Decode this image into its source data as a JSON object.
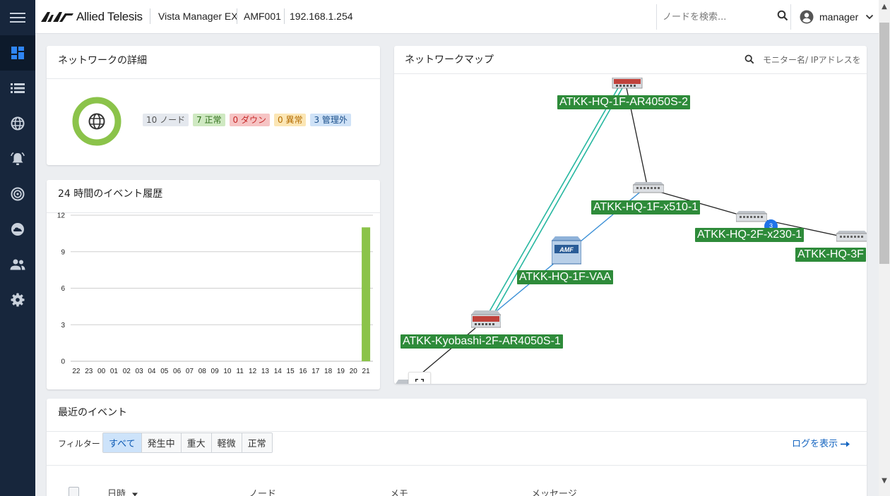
{
  "header": {
    "brand": "Allied Telesis",
    "product": "Vista Manager EX",
    "area": "AMF001",
    "ip": "192.168.1.254",
    "search_placeholder": "ノードを検索...",
    "user": "manager"
  },
  "sidebar": {
    "items": [
      {
        "icon": "dashboard-icon",
        "active": true
      },
      {
        "icon": "list-icon"
      },
      {
        "icon": "globe-icon"
      },
      {
        "icon": "alarm-bell-icon"
      },
      {
        "icon": "radar-icon"
      },
      {
        "icon": "cloud-icon"
      },
      {
        "icon": "users-icon"
      },
      {
        "icon": "settings-icon"
      }
    ]
  },
  "network_details": {
    "title": "ネットワークの詳細",
    "nodes": "10 ノード",
    "normal": "7 正常",
    "down": "0 ダウン",
    "abnormal": "0 異常",
    "unmanaged": "3 管理外"
  },
  "event_history": {
    "title": "24 時間のイベント履歴"
  },
  "chart_data": {
    "type": "bar",
    "title": "24 時間のイベント履歴",
    "categories": [
      "22",
      "23",
      "00",
      "01",
      "02",
      "03",
      "04",
      "05",
      "06",
      "07",
      "08",
      "09",
      "10",
      "11",
      "12",
      "13",
      "14",
      "15",
      "16",
      "17",
      "18",
      "19",
      "20",
      "21"
    ],
    "values": [
      0,
      0,
      0,
      0,
      0,
      0,
      0,
      0,
      0,
      0,
      0,
      0,
      0,
      0,
      0,
      0,
      0,
      0,
      0,
      0,
      0,
      0,
      0,
      11
    ],
    "yticks": [
      0,
      3,
      6,
      9,
      12
    ],
    "ylim": [
      0,
      12
    ],
    "grid": true,
    "bar_color": "#8bc34a"
  },
  "network_map": {
    "title": "ネットワークマップ",
    "search_placeholder": "モニター名/ IPアドレスを",
    "nodes": {
      "ar4050s_2": "ATKK-HQ-1F-AR4050S-2",
      "x510": "ATKK-HQ-1F-x510-1",
      "x230": "ATKK-HQ-2F-x230-1",
      "hq3f": "ATKK-HQ-3F",
      "vaa": "ATKK-HQ-1F-VAA",
      "kyobashi": "ATKK-Kyobashi-2F-AR4050S-1"
    },
    "vaa_badge": "AMF",
    "count_bubble": "3"
  },
  "recent_events": {
    "title": "最近のイベント",
    "filter_label": "フィルター",
    "filters": [
      "すべて",
      "発生中",
      "重大",
      "軽微",
      "正常"
    ],
    "active_filter": "すべて",
    "log_link": "ログを表示",
    "columns": [
      "日時",
      "ノード",
      "メモ",
      "メッセージ"
    ]
  }
}
